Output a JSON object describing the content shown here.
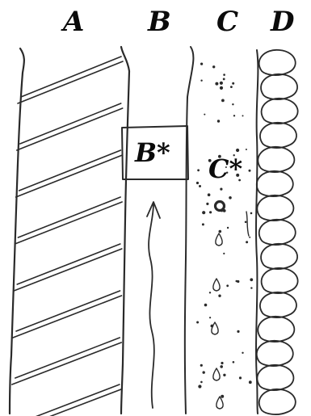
{
  "columns": [
    {
      "id": "a",
      "label": "A"
    },
    {
      "id": "b",
      "label": "B"
    },
    {
      "id": "c",
      "label": "C"
    },
    {
      "id": "d",
      "label": "D"
    }
  ],
  "insets": [
    {
      "id": "b-star",
      "label": "B*"
    },
    {
      "id": "c-star",
      "label": "C*"
    }
  ],
  "ink_color": "#2a2a2a"
}
